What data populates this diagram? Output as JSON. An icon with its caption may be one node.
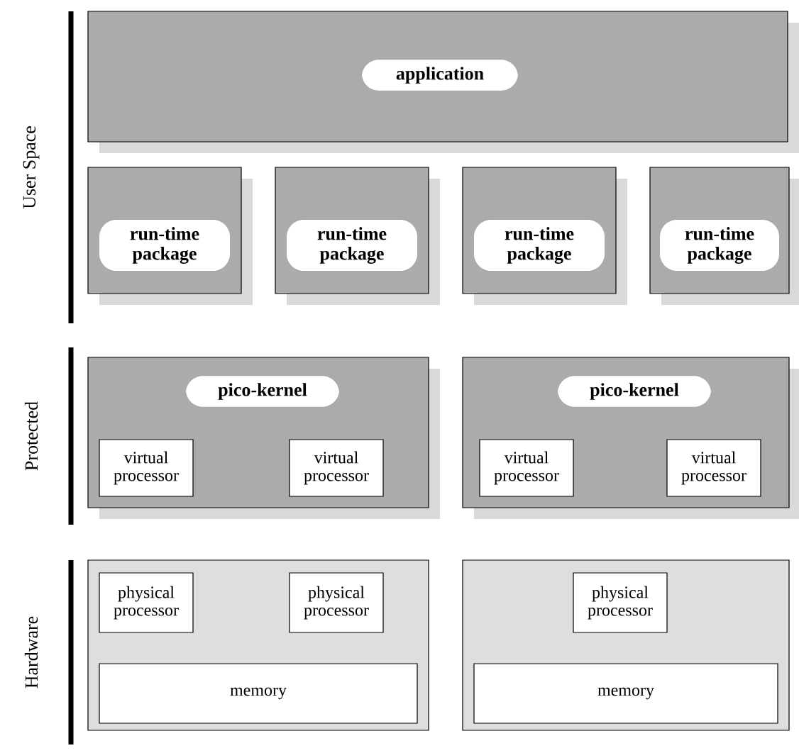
{
  "diagram": {
    "nodes": [
      {
        "text": [
          "application"
        ]
      },
      {
        "text": [
          "run-time package"
        ]
      },
      {
        "text": [
          "run-time package"
        ]
      },
      {
        "text": [
          "run-time package"
        ]
      },
      {
        "text": [
          "run-time package"
        ]
      },
      {
        "text": [
          "pico-kernel"
        ]
      },
      {
        "text": [
          "virtual processor"
        ],
        "in": 5
      },
      {
        "text": [
          "virtual processor"
        ],
        "in": 5
      },
      {
        "text": [
          "pico-kernel"
        ]
      },
      {
        "text": [
          "virtual processor"
        ],
        "in": 8
      },
      {
        "text": [
          "virtual processor"
        ],
        "in": 8
      },
      {
        "text": [],
        "shape": "box"
      },
      {
        "text": [
          "physical processor"
        ],
        "in": 11
      },
      {
        "text": [
          "physical processor"
        ],
        "in": 11
      },
      {
        "text": [
          "memory"
        ],
        "in": 11
      },
      {
        "text": [],
        "shape": "box"
      },
      {
        "text": [
          "physical processor"
        ],
        "in": 15
      },
      {
        "text": [
          "memory"
        ],
        "in": 15
      }
    ],
    "labels": [
      "User Space",
      "Protected",
      "Hardware"
    ]
  }
}
